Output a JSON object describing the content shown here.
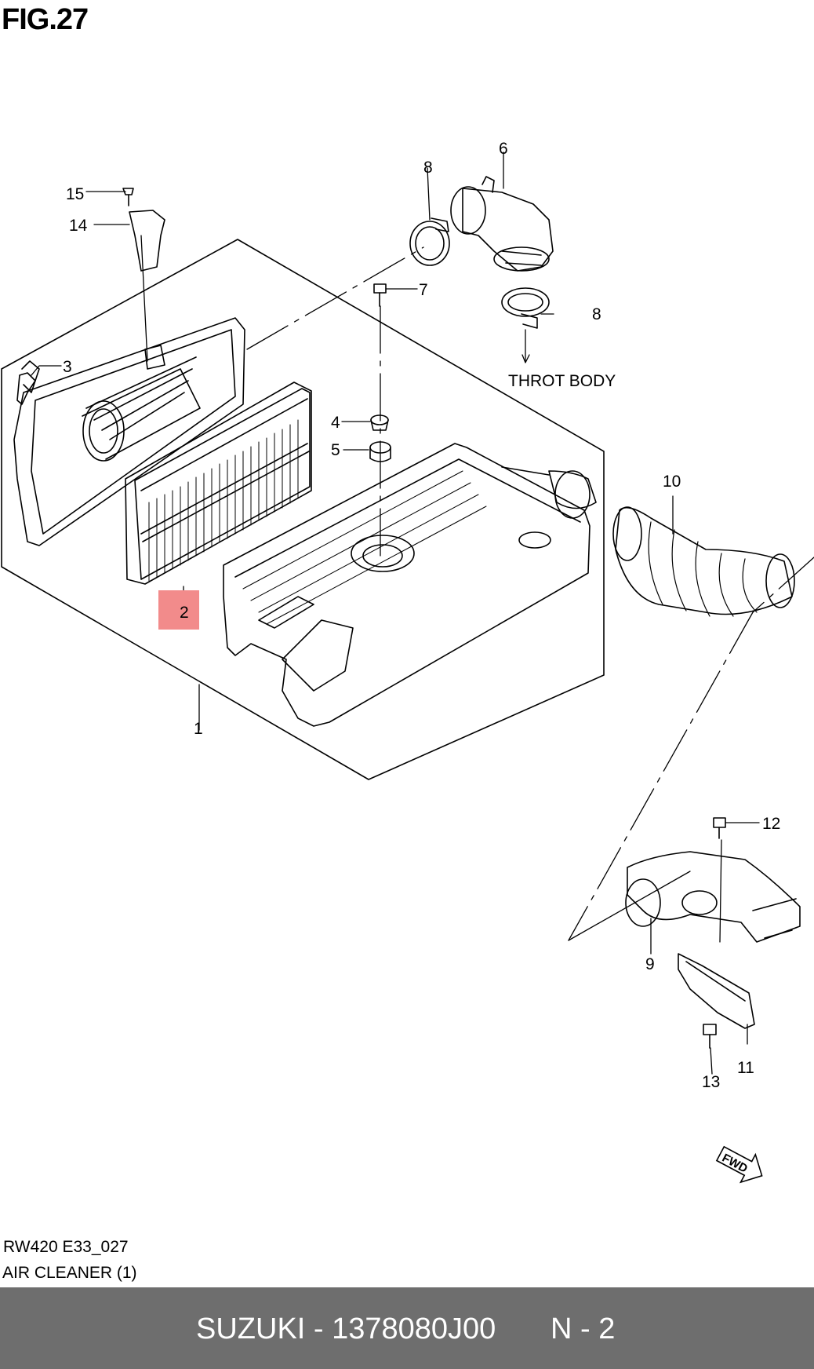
{
  "figure": {
    "title": "FIG.27",
    "ref_code": "RW420 E33_027",
    "section": "AIR CLEANER (1)"
  },
  "callouts": {
    "p1": "1",
    "p2": "2",
    "p3": "3",
    "p4": "4",
    "p5": "5",
    "p6": "6",
    "p7": "7",
    "p8a": "8",
    "p8b": "8",
    "p9": "9",
    "p10": "10",
    "p11": "11",
    "p12": "12",
    "p13": "13",
    "p14": "14",
    "p15": "15"
  },
  "annotations": {
    "throt_body": "THROT BODY",
    "fwd": "FWD"
  },
  "highlight": {
    "part": "2",
    "color": "#f28b8b"
  },
  "footer": {
    "brand_part": "SUZUKI - 1378080J00",
    "code": "N - 2",
    "bg_color": "#6e6e6e"
  }
}
